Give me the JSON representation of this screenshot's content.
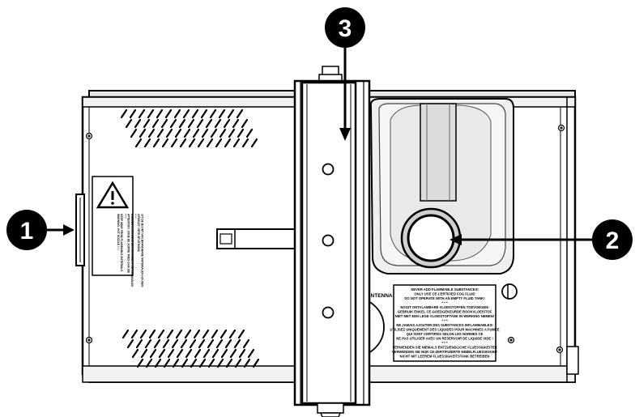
{
  "callouts": [
    {
      "number": "1"
    },
    {
      "number": "2"
    },
    {
      "number": "3"
    }
  ],
  "antenna_label": "RF-ANTENNA",
  "warning_label": {
    "lines": [
      "NEVER ADD FLAMMABLE SUBSTANCES!",
      "ONLY USE CE-CERTIFIED FOG FLUID",
      "DO NOT OPERATE WITH AN EMPTY FLUID TANK!",
      "* * *",
      "NOOIT ONTVLAMBARE VLOEISTOFFEN TOEVOEGEN!",
      "GEBRUIK ENKEL CE-GOEDGEKEURDE ROOKVLOEISTOF",
      "NIET MET EEN LEGE VLOEISTOFTANK IN WERKING NEMEN!",
      "* * *",
      "NE JAMAIS AJOUTER DES SUBSTANCES INFLAMMABLES!",
      "UTILISEZ UNIQUEMENT DES LIQUIDES POUR MACHINES A FUMEE",
      "QUI SONT CERTIFIES SELON LES NORMES CE",
      "NE PAS UTILISER AVEC UN RESERVOIR DE LIQUIDE VIDE !",
      "* * *",
      "VERWENDEN SIE NIEMALS ENTZUENDLICHE FLUESSIGKEITEN",
      "VERWENDEN SIE NUR CE-ZERTIFIZIERTE NEBELFLUESSIGKEIT",
      "NICHT MIT LEEREM FLUESSIGKEITSTANK BETREIBEN"
    ]
  },
  "caution_label": {
    "lines": [
      "WARNING: HOT NOZZLE ! ! !",
      "KEEP AWAY FROM FLAMMABLE MATERIALS",
      "* * *",
      "ATTENTION: ZONE DE SORTIE TRES CHAUDE",
      "GARDER A DISTANCE DES MATERIAUX INFLAMMABLES",
      "* * *",
      "OPGELET: HETE SPUITMOND",
      "UIT DE BUURT VAN BRANDBARE MATERIALEN HOUDEN"
    ]
  }
}
